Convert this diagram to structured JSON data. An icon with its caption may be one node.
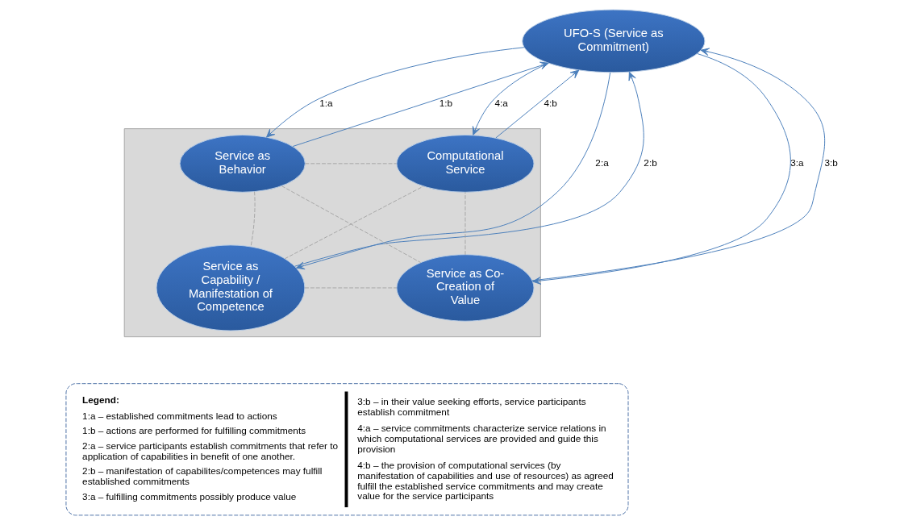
{
  "diagram": {
    "nodes": [
      {
        "text": [
          "UFO-S (Service as Commitment)"
        ]
      },
      {
        "text": [],
        "shape": "box"
      },
      {
        "text": [
          "Service as Behavior"
        ],
        "in": 1
      },
      {
        "text": [
          "Computational Service"
        ],
        "in": 1
      },
      {
        "text": [
          "Service as Capability / Manifestation of Competence"
        ],
        "in": 1
      },
      {
        "text": [
          "Service as Co-Creation of Value"
        ],
        "in": 1
      },
      {
        "text": [
          "Legend:",
          "1:a – established commitments lead to actions",
          "1:b – actions are performed for fulfilling commitments",
          "2:a – service participants establish commitments that refer to application of capabilities in benefit of one another.",
          "2:b – manifestation of capabilites/competences may fulfill established commitments",
          "3:a – fulfilling commitments possibly produce value",
          "3:b – in their value seeking efforts, service participants establish commitment",
          "4:a – service commitments characterize service relations in which computational services are provided and guide this provision",
          "4:b – the provision of computational services (by manifestation of capabilities and use of resources) as agreed fulfill the established service commitments and may create value for the service participants"
        ]
      }
    ],
    "edges": [
      {
        "from": 0,
        "to": 2,
        "arrow": "to",
        "label": "1:a"
      },
      {
        "from": 2,
        "to": 0,
        "arrow": "to",
        "label": "1:b"
      },
      {
        "from": 0,
        "to": 4,
        "arrow": "to",
        "label": "2:a"
      },
      {
        "from": 4,
        "to": 0,
        "arrow": "to",
        "label": "2:b"
      },
      {
        "from": 0,
        "to": 5,
        "arrow": "to",
        "label": "3:a"
      },
      {
        "from": 5,
        "to": 0,
        "arrow": "to",
        "label": "3:b"
      },
      {
        "from": 0,
        "to": 3,
        "arrow": "to",
        "label": "4:a"
      },
      {
        "from": 3,
        "to": 0,
        "arrow": "to",
        "label": "4:b"
      },
      {
        "from": 2,
        "to": 3,
        "arrow": "none",
        "style": "dashed",
        "color": "#a6a6a6"
      },
      {
        "from": 2,
        "to": 5,
        "arrow": "none",
        "style": "dashed",
        "color": "#a6a6a6"
      },
      {
        "from": 2,
        "to": 4,
        "arrow": "none",
        "style": "dashed",
        "color": "#a6a6a6"
      },
      {
        "from": 4,
        "to": 3,
        "arrow": "none",
        "style": "dashed",
        "color": "#a6a6a6"
      },
      {
        "from": 4,
        "to": 5,
        "arrow": "none",
        "style": "dashed",
        "color": "#a6a6a6"
      },
      {
        "from": 5,
        "to": 3,
        "arrow": "none",
        "style": "dashed",
        "color": "#a6a6a6"
      }
    ]
  }
}
